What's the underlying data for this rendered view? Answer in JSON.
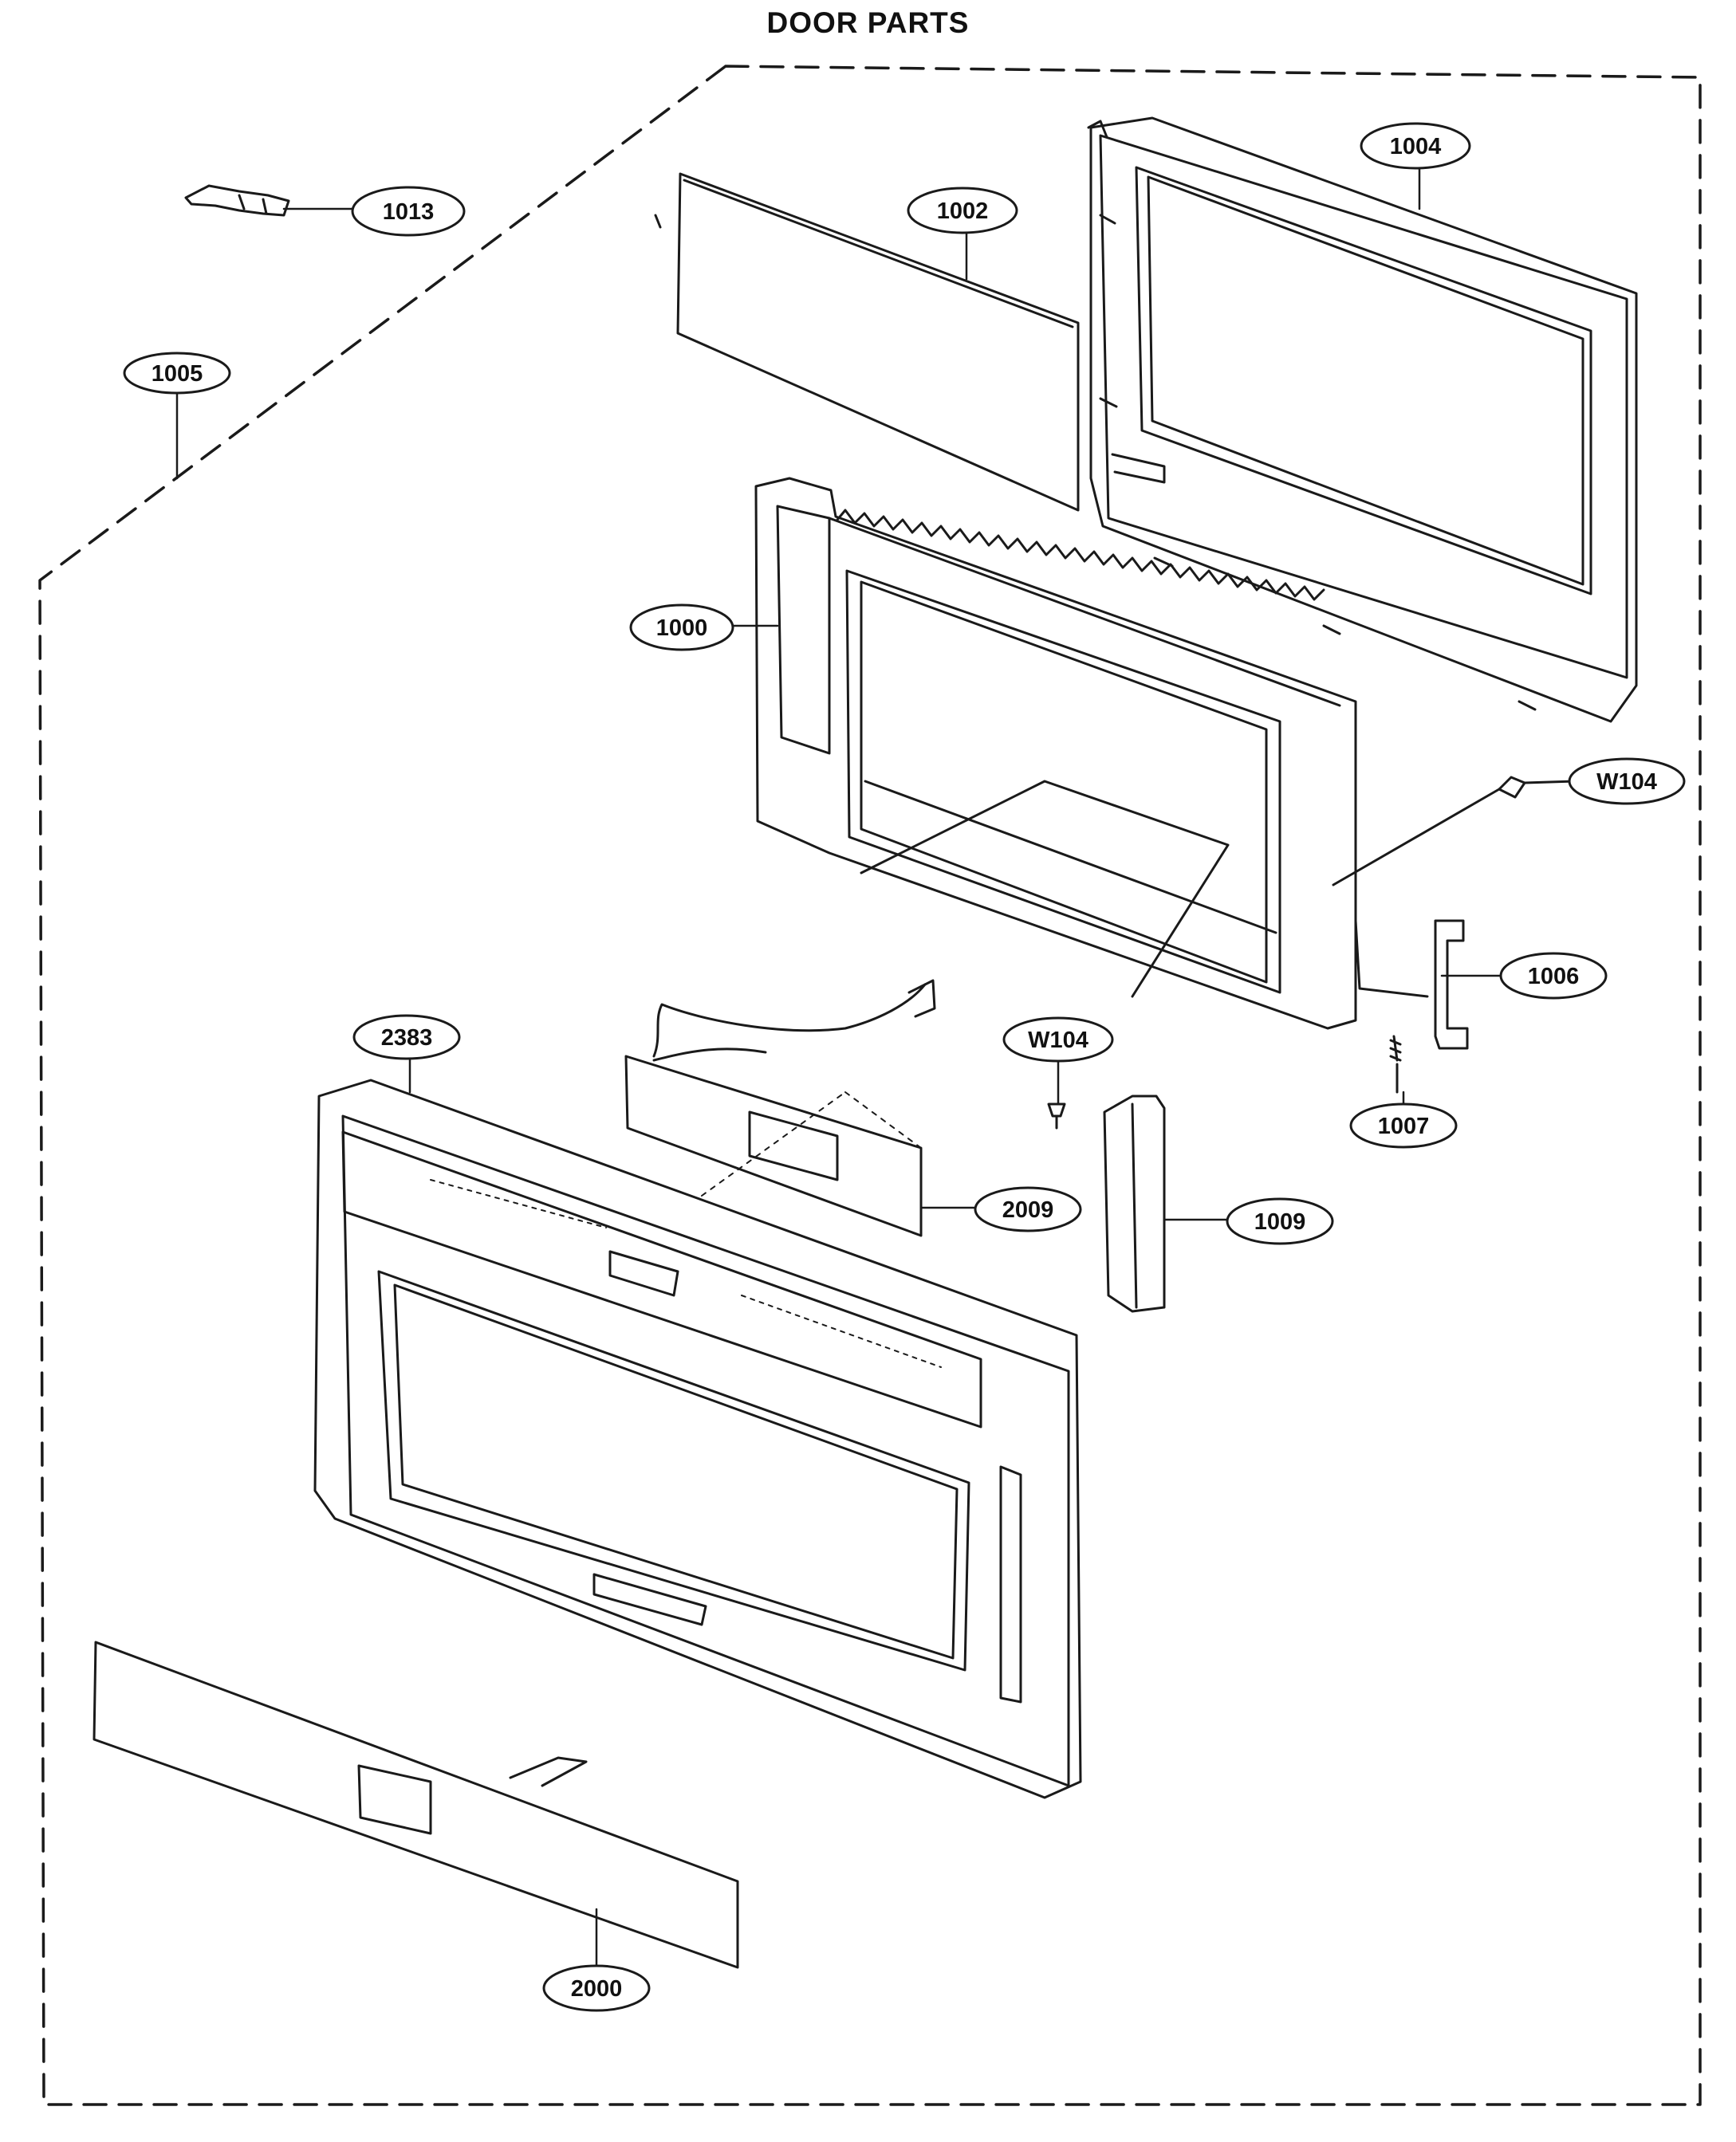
{
  "title": "DOOR PARTS",
  "page_number": "",
  "callouts": {
    "p1013": "1013",
    "p1005": "1005",
    "p1002": "1002",
    "p1004": "1004",
    "p1000": "1000",
    "pW104a": "W104",
    "p1006": "1006",
    "p2383": "2383",
    "pW104b": "W104",
    "p1007": "1007",
    "p2009": "2009",
    "p1009": "1009",
    "p2000": "2000"
  }
}
